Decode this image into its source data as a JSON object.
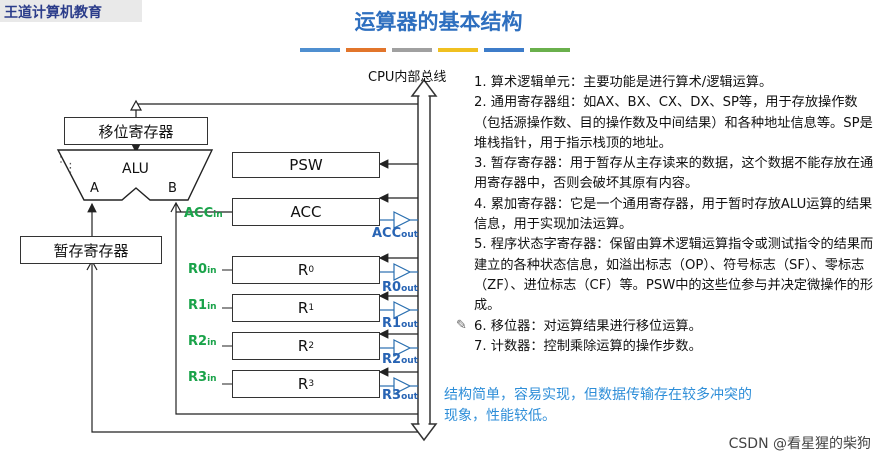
{
  "logo": {
    "text": "王道计算机教育"
  },
  "title": "运算器的基本结构",
  "title_stripes": [
    "#4f8fd0",
    "#e2752b",
    "#a0a0a0",
    "#f0c020",
    "#3d7cc9",
    "#6ab04c"
  ],
  "bus_label": "CPU内部总线",
  "registers": {
    "shifter": "移位寄存器",
    "alu": "ALU",
    "alu_a": "A",
    "alu_b": "B",
    "temp": "暂存寄存器",
    "psw": "PSW",
    "acc": "ACC",
    "r0": "R",
    "r0_sub": "0",
    "r1": "R",
    "r1_sub": "1",
    "r2": "R",
    "r2_sub": "2",
    "r3": "R",
    "r3_sub": "3",
    "alu_dots": "⋮"
  },
  "signals_in": [
    {
      "base": "ACC",
      "sub": "in"
    },
    {
      "base": "R0",
      "sub": "in"
    },
    {
      "base": "R1",
      "sub": "in"
    },
    {
      "base": "R2",
      "sub": "in"
    },
    {
      "base": "R3",
      "sub": "in"
    }
  ],
  "signals_out": [
    {
      "base": "ACC",
      "sub": "out"
    },
    {
      "base": "R0",
      "sub": "out"
    },
    {
      "base": "R1",
      "sub": "out"
    },
    {
      "base": "R2",
      "sub": "out"
    },
    {
      "base": "R3",
      "sub": "out"
    }
  ],
  "descriptions": [
    "1. 算术逻辑单元：主要功能是进行算术/逻辑运算。",
    "2. 通用寄存器组：如AX、BX、CX、DX、SP等，用于存放操作数（包括源操作数、目的操作数及中间结果）和各种地址信息等。SP是堆栈指针，用于指示栈顶的地址。",
    "3. 暂存寄存器：用于暂存从主存读来的数据，这个数据不能存放在通用寄存器中，否则会破坏其原有内容。",
    "4. 累加寄存器：它是一个通用寄存器，用于暂时存放ALU运算的结果信息，用于实现加法运算。",
    "5. 程序状态字寄存器：保留由算术逻辑运算指令或测试指令的结果而建立的各种状态信息，如溢出标志（OP）、符号标志（SF）、零标志（ZF）、进位标志（CF）等。PSW中的这些位参与并决定微操作的形成。",
    "6. 移位器：对运算结果进行移位运算。",
    "7. 计数器：控制乘除运算的操作步数。"
  ],
  "summary": "结构简单，容易实现，但数据传输存在较多冲突的现象，性能较低。",
  "watermark": "CSDN @看星猩的柴狗",
  "colors": {
    "title": "#2e6fbf",
    "in_label": "#1aa34a",
    "out_label": "#2864b4",
    "summary": "#2e8ed8",
    "buffer": "#2a6fb0"
  }
}
